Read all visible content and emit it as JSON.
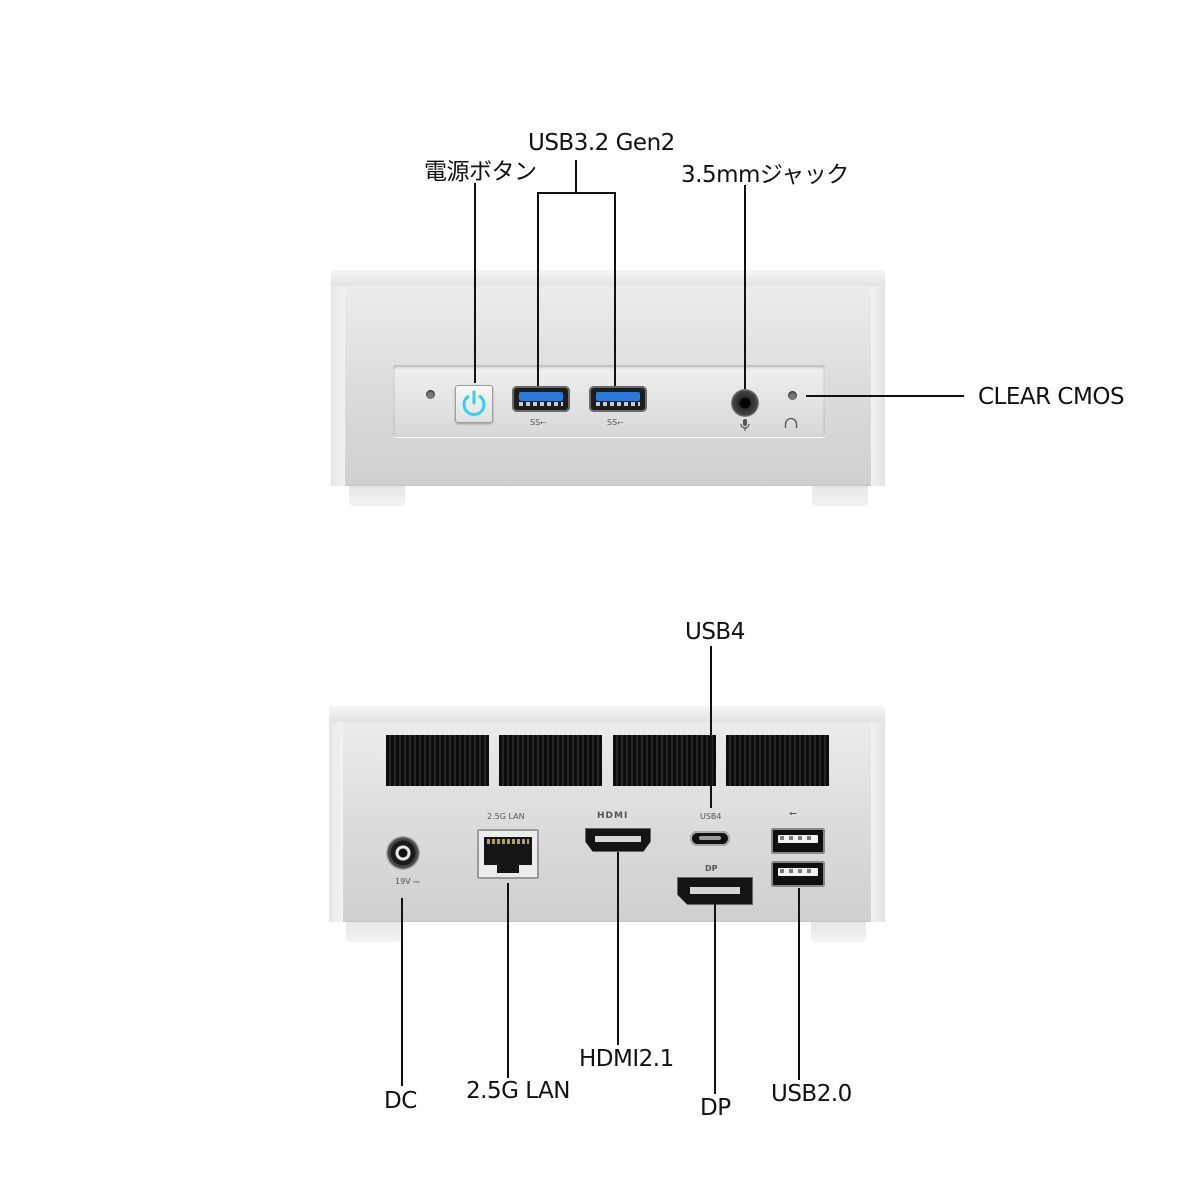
{
  "front": {
    "labels": {
      "power_button": "電源ボタン",
      "usb32": "USB3.2 Gen2",
      "audio_jack": "3.5mmジャック",
      "clear_cmos": "CLEAR CMOS"
    },
    "port_markings": {
      "usb_ss_1": "SS⭠",
      "usb_ss_2": "SS⭠"
    },
    "icons": {
      "power": "power-icon",
      "mic": "microphone-icon",
      "headphone": "headphone-icon"
    },
    "colors": {
      "power_led": "#2fd3f0",
      "usb32_tongue": "#2a78d8"
    }
  },
  "rear": {
    "labels": {
      "usb4": "USB4",
      "dc": "DC",
      "lan": "2.5G LAN",
      "hdmi": "HDMI2.1",
      "dp": "DP",
      "usb20": "USB2.0"
    },
    "port_markings": {
      "lan": "2.5G LAN",
      "hdmi": "HDMI",
      "usb4": "USB4",
      "dp": "DP",
      "dc": "19V ⎓",
      "usb": "⭠"
    },
    "icons": {
      "usb": "usb-icon"
    }
  }
}
